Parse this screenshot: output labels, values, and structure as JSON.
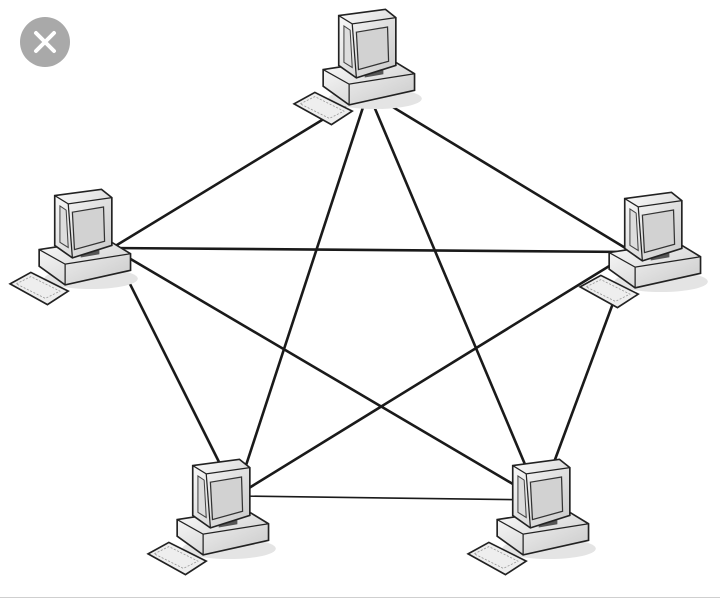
{
  "close_button": {
    "icon": "close-icon",
    "color": "#a9a9a9"
  },
  "diagram": {
    "topology": "full-mesh",
    "nodes": [
      {
        "id": "top",
        "icon": "computer-icon"
      },
      {
        "id": "left",
        "icon": "computer-icon"
      },
      {
        "id": "right",
        "icon": "computer-icon"
      },
      {
        "id": "bottom-left",
        "icon": "computer-icon"
      },
      {
        "id": "bottom-right",
        "icon": "computer-icon"
      }
    ],
    "edges": [
      [
        "top",
        "left"
      ],
      [
        "top",
        "right"
      ],
      [
        "top",
        "bottom-left"
      ],
      [
        "top",
        "bottom-right"
      ],
      [
        "left",
        "right"
      ],
      [
        "left",
        "bottom-left"
      ],
      [
        "left",
        "bottom-right"
      ],
      [
        "right",
        "bottom-left"
      ],
      [
        "right",
        "bottom-right"
      ],
      [
        "bottom-left",
        "bottom-right"
      ]
    ],
    "line_color": "#1a1a1a"
  }
}
